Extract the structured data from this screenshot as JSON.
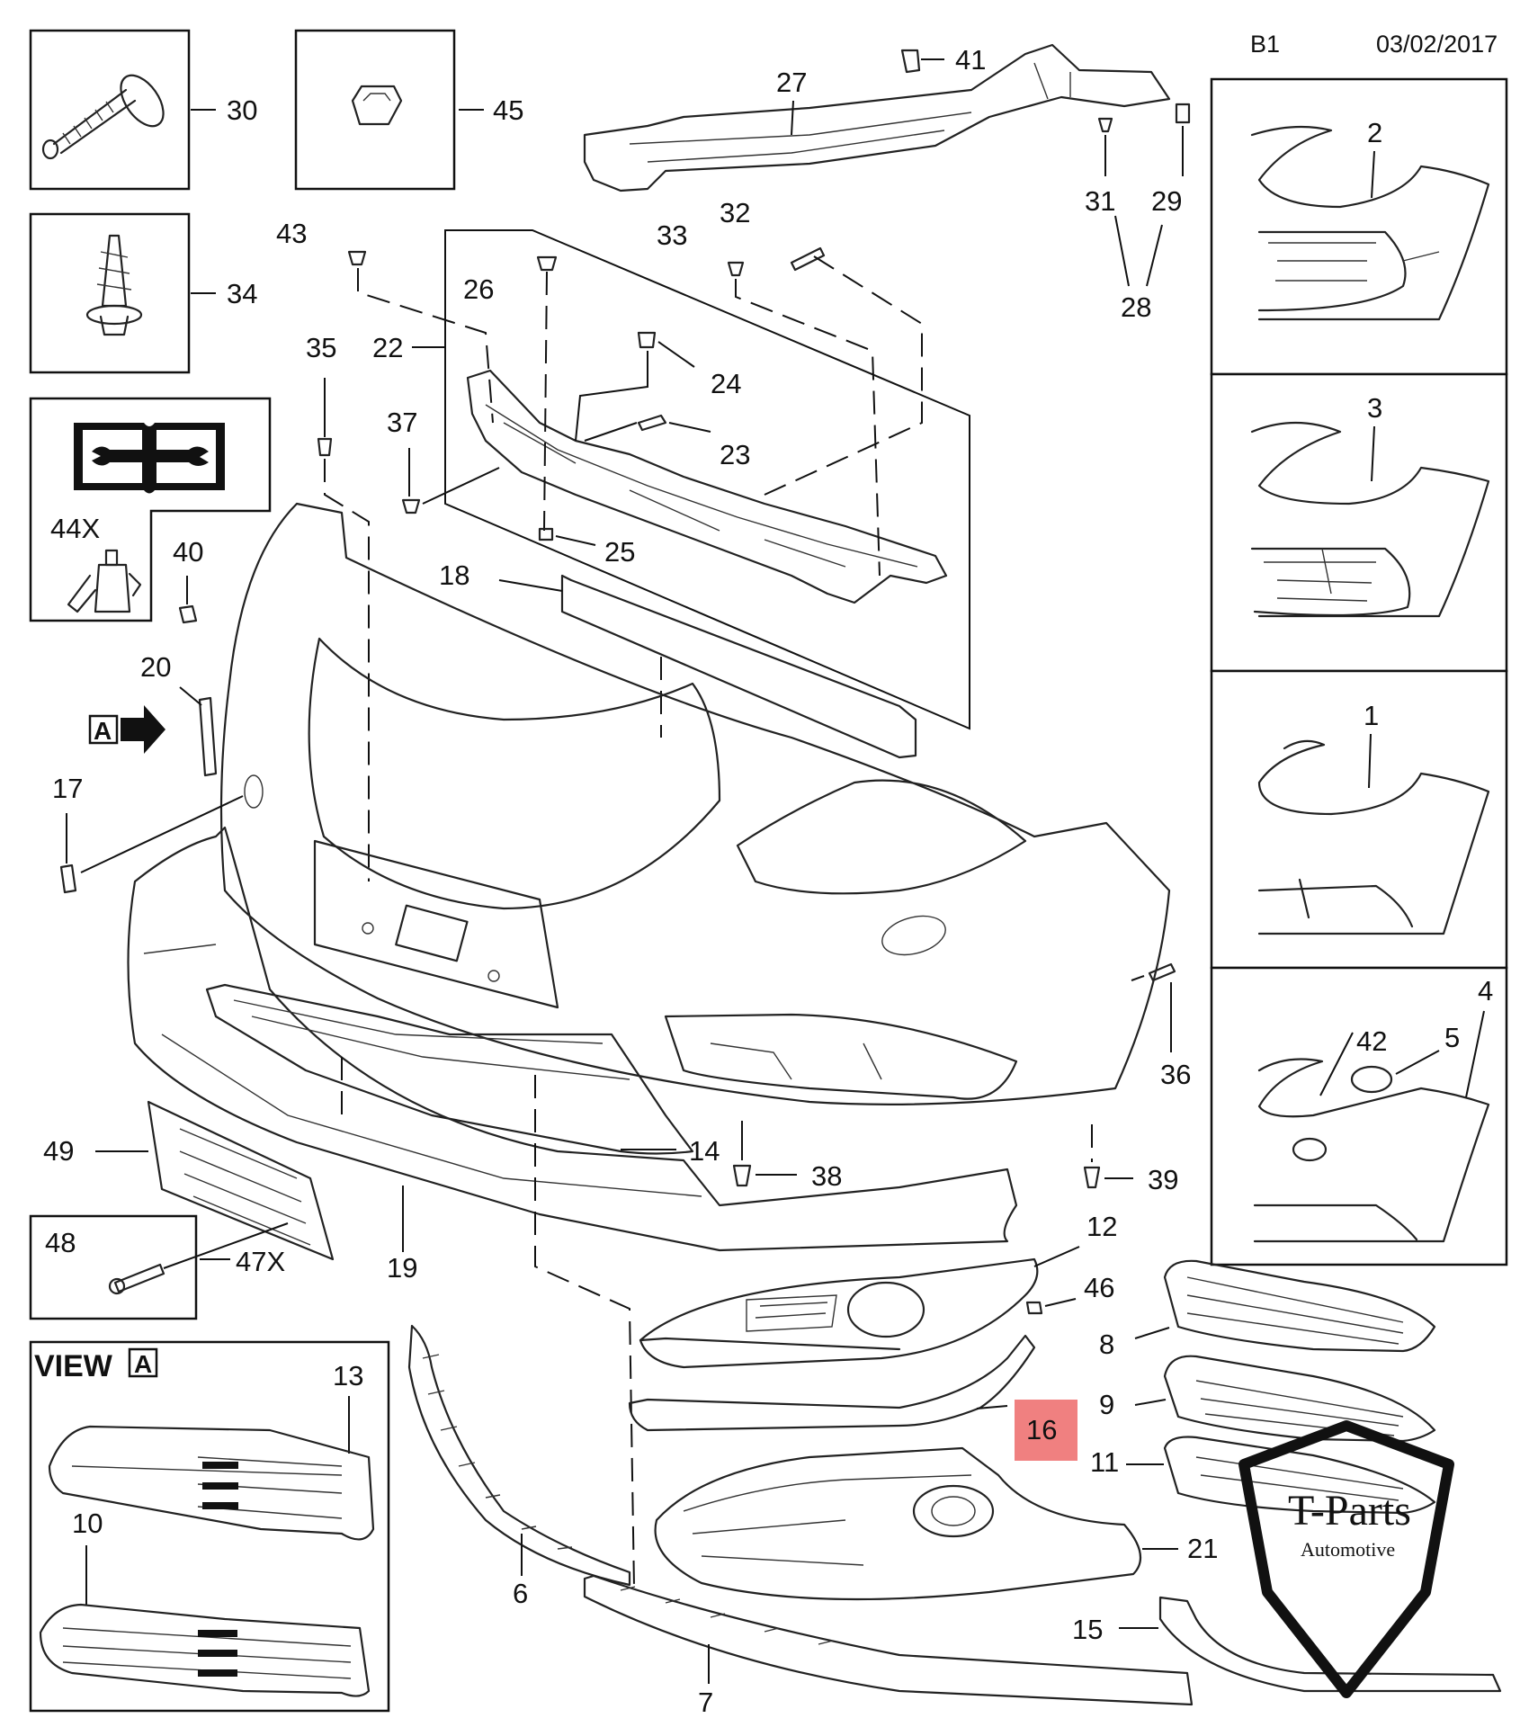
{
  "header": {
    "code": "B1",
    "date": "03/02/2017"
  },
  "view_label": {
    "text": "VIEW",
    "letter": "A"
  },
  "view_marker": "A",
  "tool_icon": "service-manual-wrench-icon",
  "part_labels": {
    "p1": "1",
    "p2": "2",
    "p3": "3",
    "p4": "4",
    "p5": "5",
    "p6": "6",
    "p7": "7",
    "p8": "8",
    "p9": "9",
    "p10": "10",
    "p11": "11",
    "p12": "12",
    "p13": "13",
    "p14": "14",
    "p15": "15",
    "p16": "16",
    "p17": "17",
    "p18": "18",
    "p19": "19",
    "p20": "20",
    "p21": "21",
    "p22": "22",
    "p23": "23",
    "p24": "24",
    "p25": "25",
    "p26": "26",
    "p27": "27",
    "p28": "28",
    "p29": "29",
    "p30": "30",
    "p31": "31",
    "p32": "32",
    "p33": "33",
    "p34": "34",
    "p35": "35",
    "p36": "36",
    "p37": "37",
    "p38": "38",
    "p39": "39",
    "p40": "40",
    "p41": "41",
    "p42": "42",
    "p43": "43",
    "p44": "44X",
    "p45": "45",
    "p46": "46",
    "p47": "47X",
    "p48": "48",
    "p49": "49"
  },
  "highlight": {
    "label": "16",
    "color": "#f08080"
  },
  "watermark": {
    "title": "T-Parts",
    "subtitle": "Automotive"
  }
}
